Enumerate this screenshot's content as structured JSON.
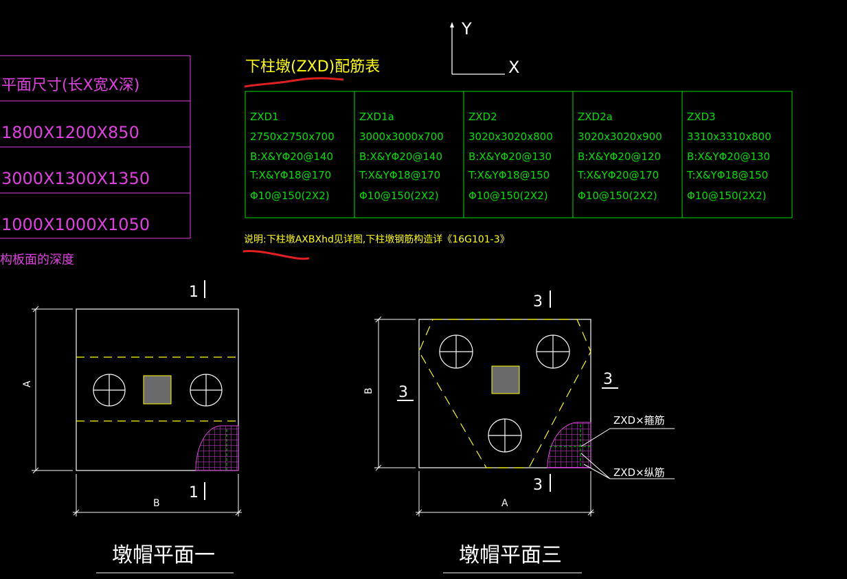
{
  "colors": {
    "background": "#000000",
    "magenta": "#e040e0",
    "yellow": "#ffff00",
    "green": "#00e000",
    "white": "#ffffff",
    "red": "#e02020",
    "gray": "#6a6a6a"
  },
  "axis": {
    "y_label": "Y",
    "x_label": "X"
  },
  "left_table": {
    "header": "平面尺寸(长X宽X深)",
    "rows": [
      "1800X1200X850",
      "3000X1300X1350",
      "1000X1000X1050"
    ],
    "note": "构板面的深度"
  },
  "rebar_table": {
    "title": "下柱墩(ZXD)配筋表",
    "columns": [
      {
        "name": "ZXD1",
        "size": "2750x2750x700",
        "bottom": "B:X&YΦ20@140",
        "top": "T:X&YΦ18@170",
        "stirrup": "Φ10@150(2X2)"
      },
      {
        "name": "ZXD1a",
        "size": "3000x3000x700",
        "bottom": "B:X&YΦ20@140",
        "top": "T:X&YΦ18@170",
        "stirrup": "Φ10@150(2X2)"
      },
      {
        "name": "ZXD2",
        "size": "3020x3020x800",
        "bottom": "B:X&YΦ20@130",
        "top": "T:X&YΦ18@150",
        "stirrup": "Φ10@150(2X2)"
      },
      {
        "name": "ZXD2a",
        "size": "3020x3020x900",
        "bottom": "B:X&YΦ20@120",
        "top": "T:X&YΦ20@170",
        "stirrup": "Φ10@150(2X2)"
      },
      {
        "name": "ZXD3",
        "size": "3310x3310x800",
        "bottom": "B:X&YΦ20@130",
        "top": "T:X&YΦ18@150",
        "stirrup": "Φ10@150(2X2)"
      }
    ],
    "note": "说明:下柱墩AXBXhd见详图,下柱墩钢筋构造详《16G101-3》"
  },
  "plan1": {
    "section_top": "1",
    "section_bottom": "1",
    "dim_vertical": "A",
    "dim_horizontal": "B",
    "title": "墩帽平面一"
  },
  "plan3": {
    "section_top": "3",
    "section_bottom": "3",
    "section_left": "3",
    "section_right": "3",
    "dim_vertical": "B",
    "dim_horizontal": "A",
    "label_stirrup": "ZXD×箍筋",
    "label_longitudinal": "ZXD×纵筋",
    "title": "墩帽平面三"
  }
}
